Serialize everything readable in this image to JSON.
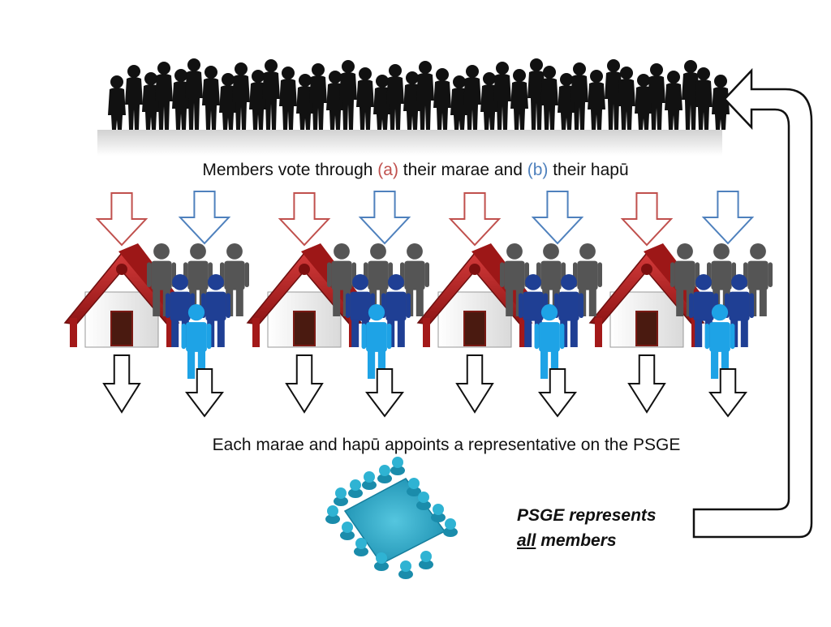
{
  "heading": {
    "prefix": "Members vote through ",
    "a_label": "(a)",
    "middle": " their marae and ",
    "b_label": "(b)",
    "suffix": " their hapū"
  },
  "caption": "Each marae and hapū appoints a representative on the PSGE",
  "psge_note": {
    "line1": "PSGE represents",
    "underlined": "all",
    "line2_rest": " members"
  },
  "colors": {
    "marae_arrow": "#c0504d",
    "hapu_arrow": "#4f81bd",
    "people_dark": "#1f3f94",
    "people_light": "#1ea3e6",
    "people_grey": "#555555",
    "meeting_table": "#2aa9c7",
    "marae_roof": "#b51f1f"
  },
  "icons": [
    "crowd-silhouette",
    "marae-house-icon",
    "hapu-people-icon",
    "meeting-table-icon",
    "return-arrow-icon"
  ]
}
